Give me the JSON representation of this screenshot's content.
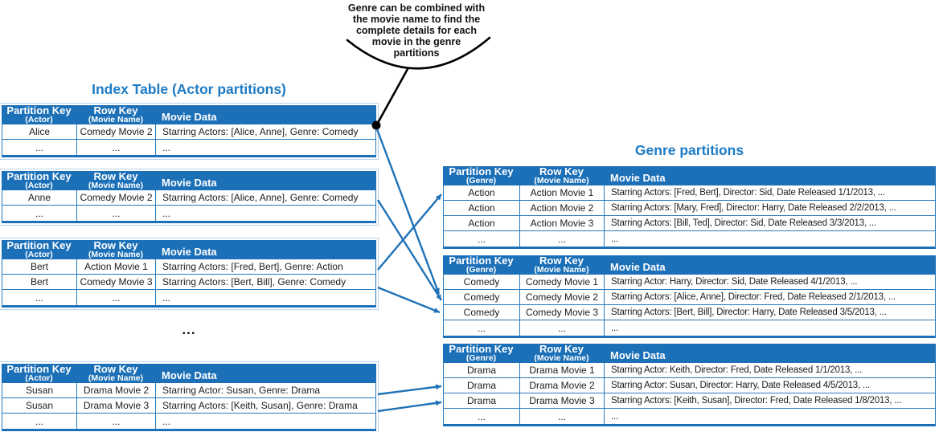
{
  "callout": {
    "text": "Genre can be combined with\nthe movie name to find the\ncomplete details for each\nmovie in the genre\npartitions"
  },
  "left_section": {
    "title": "Index Table (Actor partitions)",
    "ellipsis": "...",
    "tables": [
      {
        "id": "alice",
        "headers": [
          {
            "main": "Partition Key",
            "sub": "(Actor)"
          },
          {
            "main": "Row Key",
            "sub": "(Movie Name)"
          },
          {
            "main": "Movie Data",
            "sub": ""
          }
        ],
        "rows": [
          [
            "Alice",
            "Comedy Movie 2",
            "Starring Actors: [Alice, Anne], Genre: Comedy"
          ],
          [
            "...",
            "...",
            "..."
          ]
        ]
      },
      {
        "id": "anne",
        "headers": [
          {
            "main": "Partition Key",
            "sub": "(Actor)"
          },
          {
            "main": "Row Key",
            "sub": "(Movie Name)"
          },
          {
            "main": "Movie Data",
            "sub": ""
          }
        ],
        "rows": [
          [
            "Anne",
            "Comedy Movie 2",
            "Starring Actors: [Alice, Anne], Genre: Comedy"
          ],
          [
            "...",
            "...",
            "..."
          ]
        ]
      },
      {
        "id": "bert",
        "headers": [
          {
            "main": "Partition Key",
            "sub": "(Actor)"
          },
          {
            "main": "Row Key",
            "sub": "(Movie Name)"
          },
          {
            "main": "Movie Data",
            "sub": ""
          }
        ],
        "rows": [
          [
            "Bert",
            "Action Movie 1",
            "Starring Actors: [Fred, Bert], Genre: Action"
          ],
          [
            "Bert",
            "Comedy Movie 3",
            "Starring Actors: [Bert, Bill], Genre: Comedy"
          ],
          [
            "...",
            "...",
            "..."
          ]
        ]
      },
      {
        "id": "susan",
        "headers": [
          {
            "main": "Partition Key",
            "sub": "(Actor)"
          },
          {
            "main": "Row Key",
            "sub": "(Movie Name)"
          },
          {
            "main": "Movie Data",
            "sub": ""
          }
        ],
        "rows": [
          [
            "Susan",
            "Drama Movie 2",
            "Starring Actor: Susan, Genre: Drama"
          ],
          [
            "Susan",
            "Drama Movie 3",
            "Starring Actors: [Keith, Susan], Genre: Drama"
          ],
          [
            "...",
            "...",
            "..."
          ]
        ]
      }
    ]
  },
  "right_section": {
    "title": "Genre partitions",
    "tables": [
      {
        "id": "action",
        "headers": [
          {
            "main": "Partition Key",
            "sub": "(Genre)"
          },
          {
            "main": "Row Key",
            "sub": "(Movie Name)"
          },
          {
            "main": "Movie Data",
            "sub": ""
          }
        ],
        "rows": [
          [
            "Action",
            "Action Movie 1",
            "Starring Actors: [Fred, Bert], Director: Sid, Date Released 1/1/2013, ..."
          ],
          [
            "Action",
            "Action Movie 2",
            "Starring Actors: [Mary, Fred], Director: Harry, Date Released 2/2/2013, ..."
          ],
          [
            "Action",
            "Action Movie 3",
            "Starring Actors: [Bill, Ted], Director: Sid, Date Released 3/3/2013, ..."
          ],
          [
            "...",
            "...",
            "..."
          ]
        ]
      },
      {
        "id": "comedy",
        "headers": [
          {
            "main": "Partition Key",
            "sub": "(Genre)"
          },
          {
            "main": "Row Key",
            "sub": "(Movie Name)"
          },
          {
            "main": "Movie Data",
            "sub": ""
          }
        ],
        "rows": [
          [
            "Comedy",
            "Comedy Movie 1",
            "Starring Actor: Harry, Director: Sid, Date Released 4/1/2013, ..."
          ],
          [
            "Comedy",
            "Comedy Movie 2",
            "Starring Actors: [Alice, Anne], Director: Fred, Date Released 2/1/2013, ..."
          ],
          [
            "Comedy",
            "Comedy Movie 3",
            "Starring Actors: [Bert, Bill], Director: Harry, Date Released 3/5/2013, ..."
          ],
          [
            "...",
            "...",
            "..."
          ]
        ]
      },
      {
        "id": "drama",
        "headers": [
          {
            "main": "Partition Key",
            "sub": "(Genre)"
          },
          {
            "main": "Row Key",
            "sub": "(Movie Name)"
          },
          {
            "main": "Movie Data",
            "sub": ""
          }
        ],
        "rows": [
          [
            "Drama",
            "Drama Movie 1",
            "Starring Actor: Keith, Director: Fred, Date Released 1/1/2013, ..."
          ],
          [
            "Drama",
            "Drama Movie 2",
            "Starring Actor: Susan, Director: Harry, Date Released 4/5/2013, ..."
          ],
          [
            "Drama",
            "Drama Movie 3",
            "Starring Actors: [Keith, Susan], Director: Fred, Date Released 1/8/2013, ..."
          ],
          [
            "...",
            "...",
            "..."
          ]
        ]
      }
    ]
  },
  "connections": [
    {
      "from": "Alice / Comedy Movie 2",
      "to": "Comedy partition"
    },
    {
      "from": "Anne / Comedy Movie 2",
      "to": "Comedy partition"
    },
    {
      "from": "Bert / Action Movie 1",
      "to": "Action partition"
    },
    {
      "from": "Bert / Comedy Movie 3",
      "to": "Comedy partition"
    },
    {
      "from": "Susan / Drama Movie 2",
      "to": "Drama partition"
    },
    {
      "from": "Susan / Drama Movie 3",
      "to": "Drama partition"
    }
  ],
  "colors": {
    "header_bg": "#1c70b8",
    "table_border": "#2779bd",
    "title_text": "#1d7bc4",
    "arrow": "#1f72b8",
    "callout_stroke": "#000000"
  }
}
